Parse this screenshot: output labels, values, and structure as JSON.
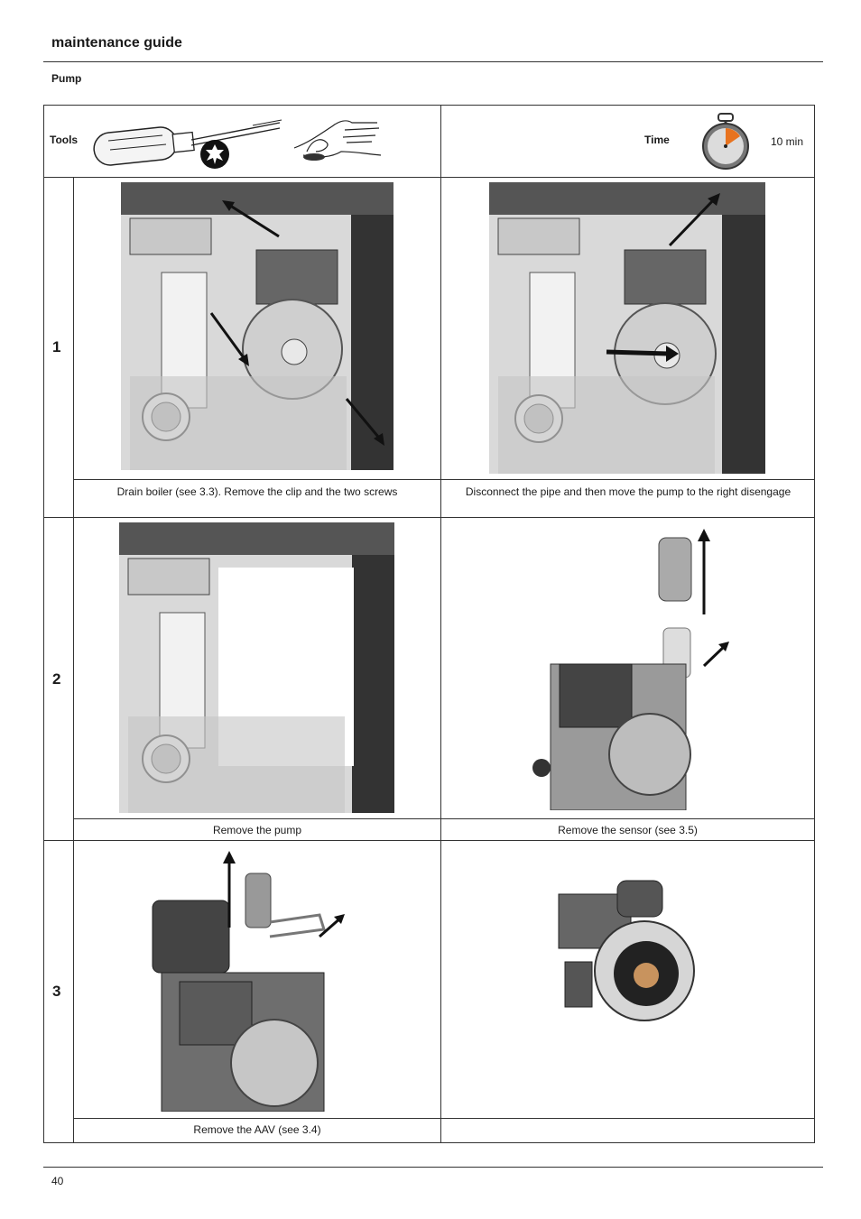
{
  "header": {
    "title": "maintenance guide",
    "section": "Pump"
  },
  "tools": {
    "label": "Tools",
    "screwdriver_icon": "screwdriver-icon",
    "torx_icon": "torx-bit-icon",
    "hand_icon": "hand-icon"
  },
  "time": {
    "label": "Time",
    "value": "10 min",
    "icon": "stopwatch-icon"
  },
  "steps": [
    {
      "number": "1",
      "left_caption": "Drain boiler (see 3.3). Remove the clip and the two screws",
      "right_caption": "Disconnect the pipe and then move the pump to the right disengage"
    },
    {
      "number": "2",
      "left_caption": "Remove the pump",
      "right_caption": "Remove the sensor (see 3.5)"
    },
    {
      "number": "3",
      "left_caption": "Remove the AAV (see 3.4)",
      "right_caption": ""
    }
  ],
  "footer": {
    "page": "40"
  }
}
